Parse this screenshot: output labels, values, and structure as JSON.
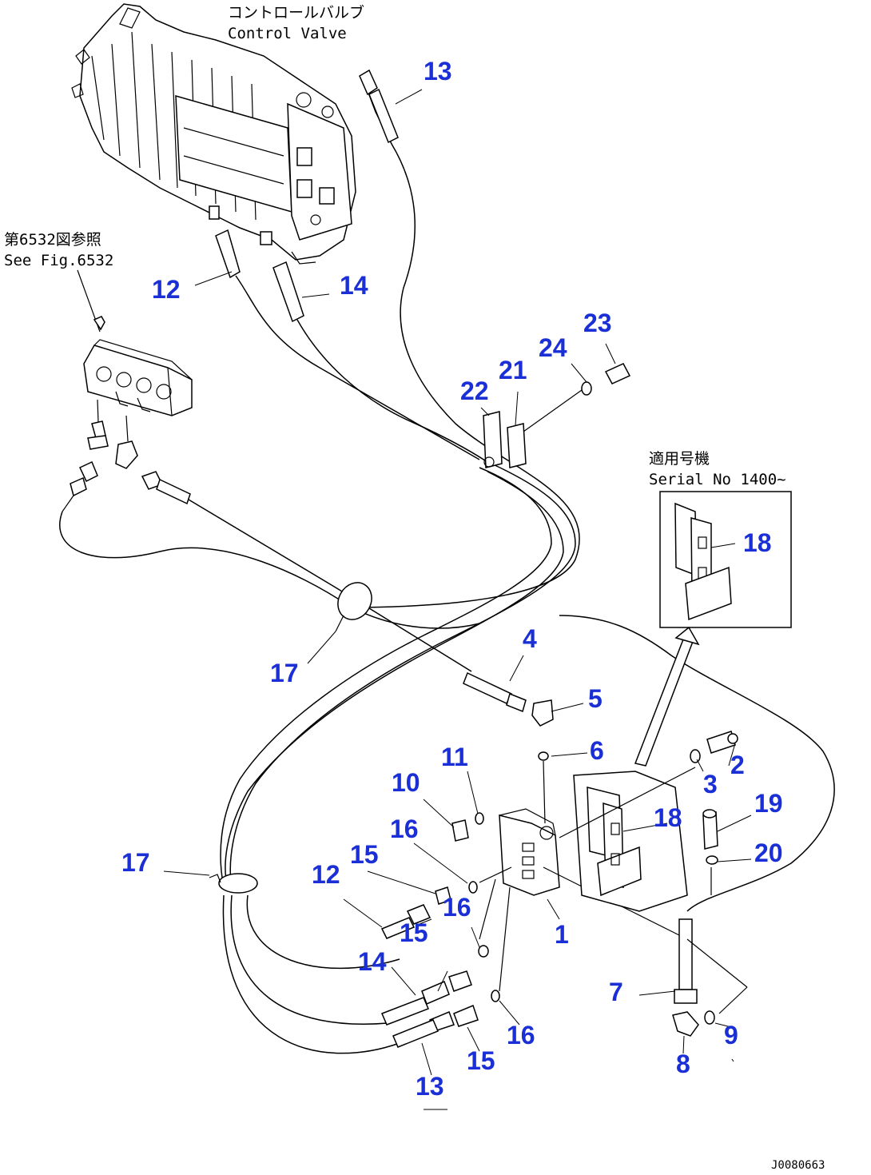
{
  "notes": {
    "control_valve_jp": "コントロールバルブ",
    "control_valve_en": "Control Valve",
    "see_fig_jp": "第6532図参照",
    "see_fig_en": "See Fig.6532",
    "serial_jp": "適用号機",
    "serial_en": "Serial No 1400~"
  },
  "drawing_code": "J0080663",
  "callouts": [
    "13",
    "12",
    "14",
    "23",
    "24",
    "21",
    "22",
    "18",
    "4",
    "17",
    "5",
    "6",
    "11",
    "10",
    "16",
    "15",
    "2",
    "3",
    "19",
    "18",
    "20",
    "17",
    "12",
    "16",
    "15",
    "1",
    "14",
    "7",
    "9",
    "13",
    "15",
    "16",
    "8"
  ],
  "colors": {
    "callout": "#1a2fd6",
    "line": "#000000"
  }
}
